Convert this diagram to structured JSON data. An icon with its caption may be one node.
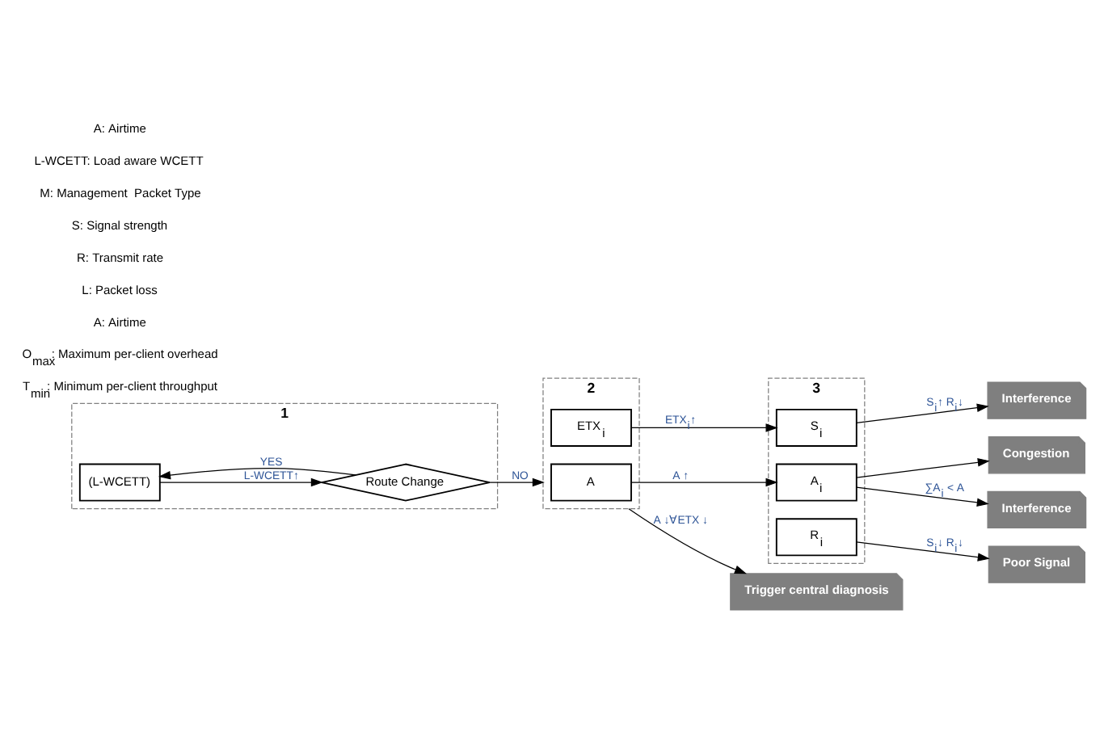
{
  "diagram": {
    "nodes": [
      {
        "text": [
          "1"
        ]
      },
      {
        "text": [
          "(L-WCETT)"
        ],
        "in": 0
      },
      {
        "text": [
          "Route Change"
        ],
        "in": 0
      },
      {
        "text": [
          "2"
        ]
      },
      {
        "text": [
          "A"
        ],
        "in": 3
      },
      {
        "text": [
          "ETX$_{i}$"
        ],
        "in": 3
      },
      {
        "text": [
          "3"
        ]
      },
      {
        "text": [
          "A$_{i}$"
        ],
        "in": 6
      },
      {
        "text": [
          "S$_{i}$"
        ],
        "in": 6
      },
      {
        "text": [
          "R$_{i}$"
        ],
        "in": 6
      },
      {
        "text": [
          "Interference"
        ]
      },
      {
        "text": [
          "Congestion"
        ]
      },
      {
        "text": [
          "Interference"
        ]
      },
      {
        "text": [
          "Poor Signal"
        ]
      },
      {
        "text": [
          "Trigger central diagnosis"
        ]
      }
    ],
    "edges": [
      {
        "from": 1,
        "to": 2,
        "arrow": "to",
        "label": "L-WCETT↑"
      },
      {
        "from": 2,
        "to": 1,
        "arrow": "to",
        "label": "YES"
      },
      {
        "from": 2,
        "to": 3,
        "arrow": "to",
        "label": "NO"
      },
      {
        "from": 4,
        "to": 7,
        "arrow": "to",
        "label": "A ↑"
      },
      {
        "from": 5,
        "to": 8,
        "arrow": "to",
        "label": "ETX$_{i}$↑"
      },
      {
        "from": 7,
        "to": 10,
        "arrow": "to",
        "label": "∑A$_{i}$ < A"
      },
      {
        "from": 7,
        "to": 11,
        "arrow": "to"
      },
      {
        "from": 8,
        "to": 12,
        "arrow": "to",
        "label": "S$_{i}$↑ R$_{i}$↓"
      },
      {
        "from": 9,
        "to": 13,
        "arrow": "to",
        "label": "S$_{i}$↓ R$_{i}$↓"
      },
      {
        "from": 3,
        "to": 14,
        "arrow": "to",
        "label": "A ↓∀ETX ↓"
      }
    ],
    "labels": [
      "T$_{min}$: Minimum per-client throughput",
      "O$_{max}$: Maximum per-client overhead",
      "A: Airtime",
      "L: Packet loss",
      "R: Transmit rate",
      "S: Signal strength",
      "M: Management  Packet Type",
      "L-WCETT: Load aware WCETT",
      "A: Airtime"
    ]
  }
}
